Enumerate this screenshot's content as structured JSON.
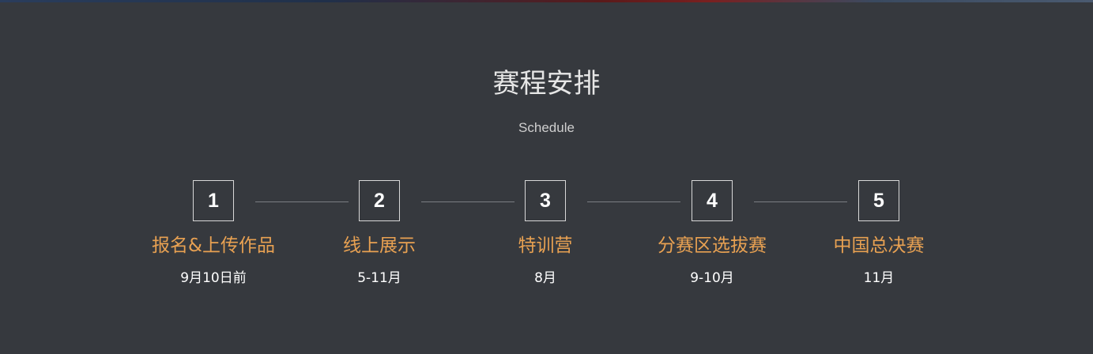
{
  "section": {
    "title": "赛程安排",
    "subtitle": "Schedule"
  },
  "steps": [
    {
      "number": "1",
      "name": "报名&上传作品",
      "date": "9月10日前"
    },
    {
      "number": "2",
      "name": "线上展示",
      "date": "5-11月"
    },
    {
      "number": "3",
      "name": "特训营",
      "date": "8月"
    },
    {
      "number": "4",
      "name": "分赛区选拔赛",
      "date": "9-10月"
    },
    {
      "number": "5",
      "name": "中国总决赛",
      "date": "11月"
    }
  ],
  "colors": {
    "background": "#36393e",
    "step_name": "#e8a152",
    "text": "#ffffff",
    "connector": "#7a7d82"
  }
}
